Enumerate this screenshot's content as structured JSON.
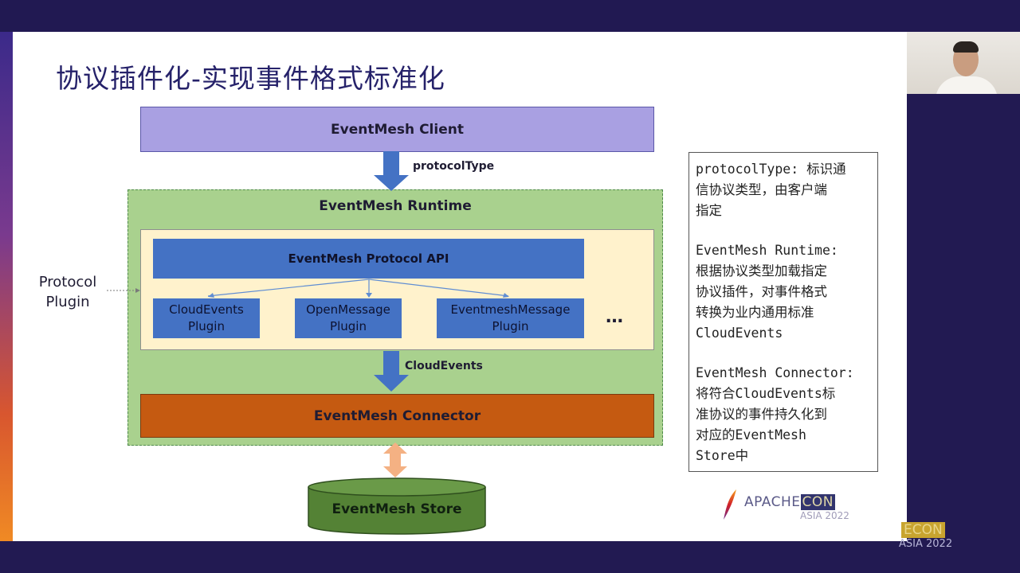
{
  "slide": {
    "title": "协议插件化-实现事件格式标准化",
    "client_label": "EventMesh Client",
    "protocol_type_label": "protocolType",
    "runtime_label": "EventMesh Runtime",
    "api_label": "EventMesh Protocol API",
    "plugins": [
      {
        "line1": "CloudEvents",
        "line2": "Plugin"
      },
      {
        "line1": "OpenMessage",
        "line2": "Plugin"
      },
      {
        "line1": "EventmeshMessage",
        "line2": "Plugin"
      }
    ],
    "more_plugins": "…",
    "cloudevents_label": "CloudEvents",
    "connector_label": "EventMesh Connector",
    "store_label": "EventMesh Store",
    "protocol_plugin_line1": "Protocol",
    "protocol_plugin_line2": "Plugin",
    "notes": [
      "protocolType: 标识通\n信协议类型，由客户端\n指定",
      "EventMesh Runtime:\n根据协议类型加载指定\n协议插件，对事件格式\n转换为业内通用标准\nCloudEvents",
      "EventMesh Connector:\n将符合CloudEvents标\n准协议的事件持久化到\n对应的EventMesh\nStore中"
    ],
    "logo": {
      "apache": "APACHE",
      "con": "CON",
      "asia": "ASIA 2022"
    }
  },
  "frame": {
    "logo_con": "ECON",
    "logo_asia": "ASIA 2022"
  },
  "colors": {
    "client": "#a9a0e2",
    "runtime": "#a9d18e",
    "inner": "#fff2cc",
    "api": "#4472c4",
    "connector": "#c55a11",
    "store": "#548235",
    "arrow": "#4472c4",
    "double_arrow": "#f4b183",
    "title": "#26226a"
  }
}
